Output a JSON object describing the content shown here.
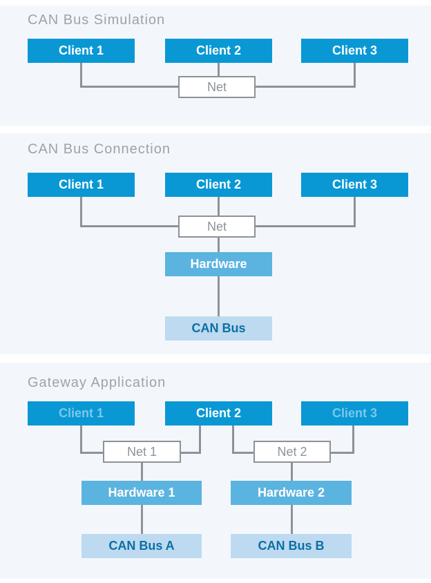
{
  "colors": {
    "page_bg": "#ffffff",
    "panel_bg": "#f3f7fb",
    "client_fill": "#0998d4",
    "client_text": "#ffffff",
    "client_text_dimmed": "#7cc7ec",
    "hardware_fill": "#5bb3e0",
    "hardware_text": "#ffffff",
    "can_bus_fill": "#bddaf1",
    "can_bus_text": "#0c6fa3",
    "net_fill": "#ffffff",
    "net_border": "#8d9297",
    "net_text": "#8d9297",
    "connector": "#8d9297",
    "title_text": "#9da3a8"
  },
  "panels": [
    {
      "title": "CAN Bus Simulation",
      "clients": [
        "Client 1",
        "Client 2",
        "Client 3"
      ],
      "net": "Net"
    },
    {
      "title": "CAN Bus Connection",
      "clients": [
        "Client 1",
        "Client 2",
        "Client 3"
      ],
      "net": "Net",
      "hardware": "Hardware",
      "can_bus": "CAN Bus"
    },
    {
      "title": "Gateway Application",
      "clients": [
        "Client 1",
        "Client 2",
        "Client 3"
      ],
      "nets": [
        "Net 1",
        "Net 2"
      ],
      "hardware_units": [
        "Hardware 1",
        "Hardware 2"
      ],
      "can_buses": [
        "CAN Bus A",
        "CAN Bus B"
      ]
    }
  ]
}
